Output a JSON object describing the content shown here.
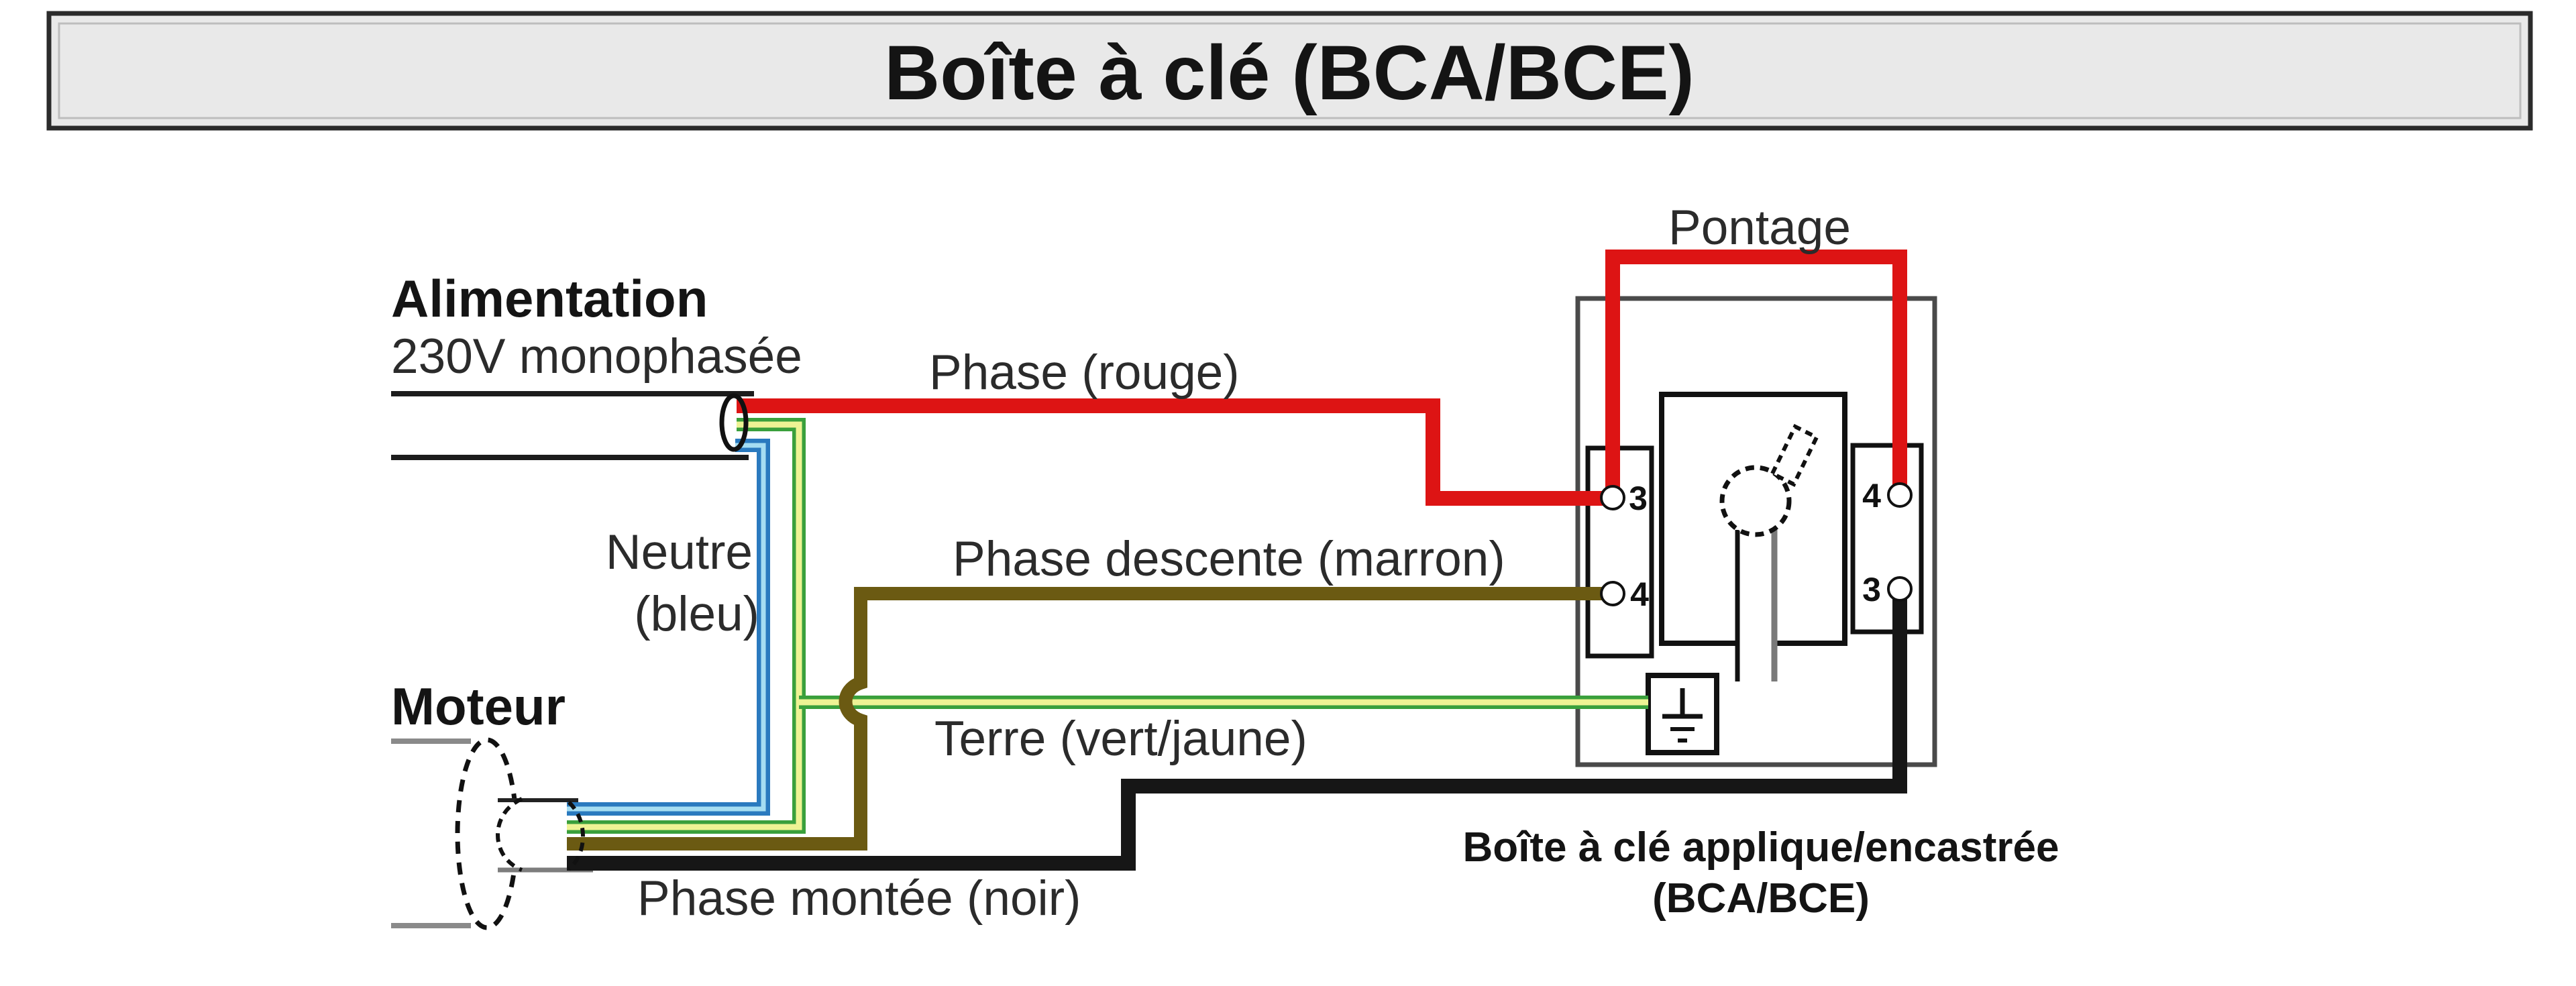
{
  "title": {
    "text": "Boîte à clé (BCA/BCE)"
  },
  "labels": {
    "alimentation_line1": "Alimentation",
    "alimentation_line2": "230V monophasée",
    "phase": "Phase (rouge)",
    "neutre_line1": "Neutre",
    "neutre_line2": "(bleu)",
    "phase_descente": "Phase descente (marron)",
    "moteur": "Moteur",
    "terre": "Terre (vert/jaune)",
    "phase_montee": "Phase montée (noir)",
    "pontage": "Pontage",
    "caption_line1": "Boîte à clé applique/encastrée",
    "caption_line2": "(BCA/BCE)"
  },
  "terminals": {
    "left_top": "3",
    "left_bottom": "4",
    "right_top": "4",
    "right_bottom": "3"
  },
  "colors": {
    "phase_red": "#dd1414",
    "neutre_blue": "#2a7abf",
    "neutre_blue_highlight": "#a5ddf2",
    "terre_green": "#3aa03c",
    "terre_yellow": "#eef394",
    "marron": "#6b5a12",
    "noir": "#161616",
    "supply_black": "#1c1c1c",
    "box_border_gray": "#4a4a4a",
    "motor_gray": "#8a8a8a",
    "banner_fill": "#e9e9e9"
  }
}
